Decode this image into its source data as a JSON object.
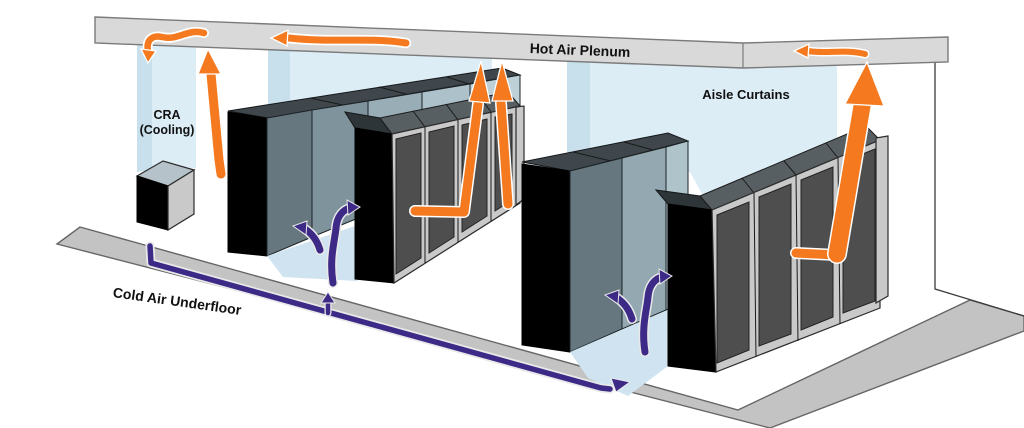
{
  "diagram": {
    "labels": {
      "hot_air_plenum": "Hot Air Plenum",
      "aisle_curtains": "Aisle Curtains",
      "cra_line1": "CRA",
      "cra_line2": "(Cooling)",
      "cold_air_underfloor": "Cold Air Underfloor"
    },
    "colors": {
      "hot_air": "#F4791F",
      "cold_air": "#3C2A86",
      "plenum_fill": "#D9D9D9",
      "slab_fill": "#C3C3C3",
      "curtain_light": "#DCEDF6",
      "curtain_dark": "#C7E0EC",
      "aisle_floor": "#CFE4F0",
      "rack_black": "#000000",
      "rack_side_near": "#66777F",
      "rack_frame": "#C9C9C9",
      "rack_panel": "#4E4E4E",
      "rack_top": "#3F474C",
      "label_text": "#111111"
    }
  }
}
